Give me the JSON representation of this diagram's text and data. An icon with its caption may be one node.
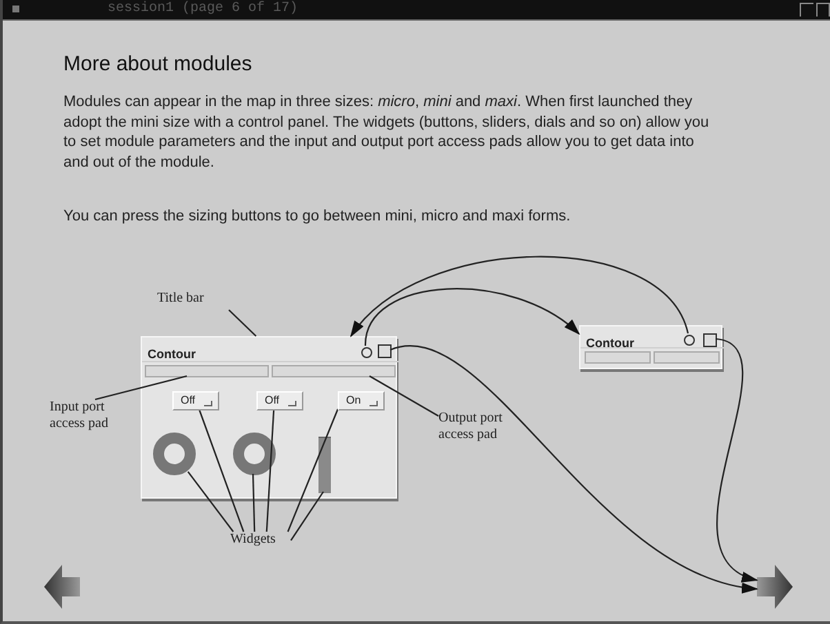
{
  "diagram": {
    "title": "More about modules",
    "nodes": [
      {
        "text": [
          "Title bar"
        ]
      },
      {
        "text": [],
        "shape": "box"
      },
      {
        "text": [
          "Contour"
        ],
        "in": 1
      },
      {
        "text": [],
        "shape": "circle",
        "in": 2
      },
      {
        "text": [],
        "shape": "box",
        "in": 2
      },
      {
        "text": [],
        "shape": "bar",
        "in": 1
      },
      {
        "text": [],
        "shape": "bar",
        "in": 1
      },
      {
        "text": [
          "Off"
        ],
        "in": 1
      },
      {
        "text": [
          "Off"
        ],
        "in": 1
      },
      {
        "text": [
          "On"
        ],
        "in": 1
      },
      {
        "text": [],
        "shape": "circle",
        "in": 1
      },
      {
        "text": [],
        "shape": "circle",
        "in": 1
      },
      {
        "text": [],
        "shape": "bar",
        "in": 1
      },
      {
        "text": [
          "Input port access pad"
        ]
      },
      {
        "text": [
          "Output port access pad"
        ]
      },
      {
        "text": [],
        "shape": "box"
      },
      {
        "text": [
          "Contour"
        ],
        "in": 15
      },
      {
        "text": [],
        "shape": "circle",
        "in": 16
      },
      {
        "text": [],
        "shape": "box",
        "in": 16
      },
      {
        "text": [],
        "shape": "bar",
        "in": 15
      },
      {
        "text": [],
        "shape": "bar",
        "in": 15
      },
      {
        "text": [
          "Widgets"
        ]
      },
      {
        "text": [],
        "shape": "arrow"
      },
      {
        "text": [],
        "shape": "arrow"
      }
    ],
    "edges": [
      {
        "from": 0,
        "to": 2,
        "arrow": "none"
      },
      {
        "from": 13,
        "to": 5,
        "arrow": "none"
      },
      {
        "from": 14,
        "to": 6,
        "arrow": "none"
      },
      {
        "from": 3,
        "to": 15,
        "arrow": "to"
      },
      {
        "from": 17,
        "to": 1,
        "arrow": "to"
      },
      {
        "from": 4,
        "to": 23,
        "arrow": "to"
      },
      {
        "from": 18,
        "to": 23,
        "arrow": "to"
      },
      {
        "from": 21,
        "to": 10,
        "arrow": "none"
      },
      {
        "from": 21,
        "to": 7,
        "arrow": "none"
      },
      {
        "from": 21,
        "to": 11,
        "arrow": "none"
      },
      {
        "from": 21,
        "to": 8,
        "arrow": "none"
      },
      {
        "from": 21,
        "to": 9,
        "arrow": "none"
      },
      {
        "from": 21,
        "to": 12,
        "arrow": "none"
      }
    ],
    "labels": [
      "session1 (page 6 of 17)",
      "Modules can appear in the map in three sizes: *micro*, *mini* and *maxi*.  When first launched they adopt the mini size with a control panel.  The widgets (buttons, sliders, dials and so on) allow you to set module parameters and the input and output port access pads allow you to get data into and out of the module.",
      "You can press the sizing buttons to go between mini, micro and maxi forms."
    ]
  }
}
